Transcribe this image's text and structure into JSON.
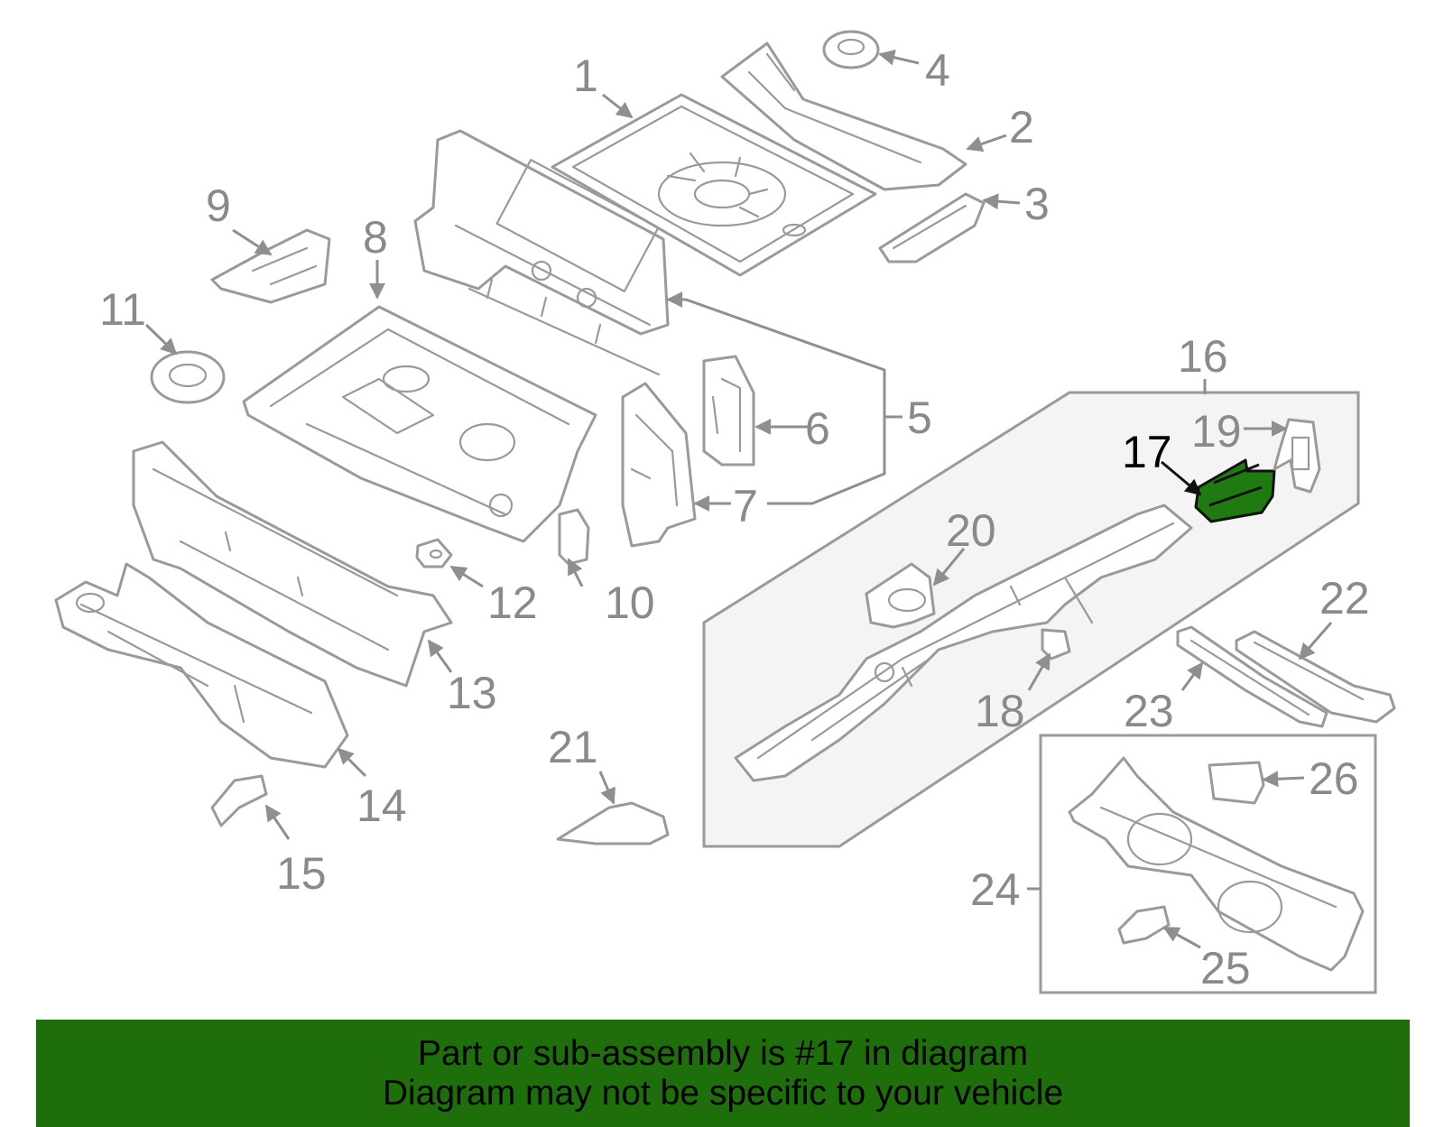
{
  "diagram": {
    "callouts": [
      "1",
      "2",
      "3",
      "4",
      "5",
      "6",
      "7",
      "8",
      "9",
      "10",
      "11",
      "12",
      "13",
      "14",
      "15",
      "16",
      "17",
      "18",
      "19",
      "20",
      "21",
      "22",
      "23",
      "24",
      "25",
      "26"
    ],
    "highlighted_part": "17",
    "highlight_color": "#1f7a12",
    "line_color": "#9a9a9a",
    "group_fill": "#f4f4f4"
  },
  "banner": {
    "line1": "Part or sub-assembly is #17 in diagram",
    "line2": "Diagram may not be specific to your vehicle",
    "background": "#1f6e0c"
  }
}
